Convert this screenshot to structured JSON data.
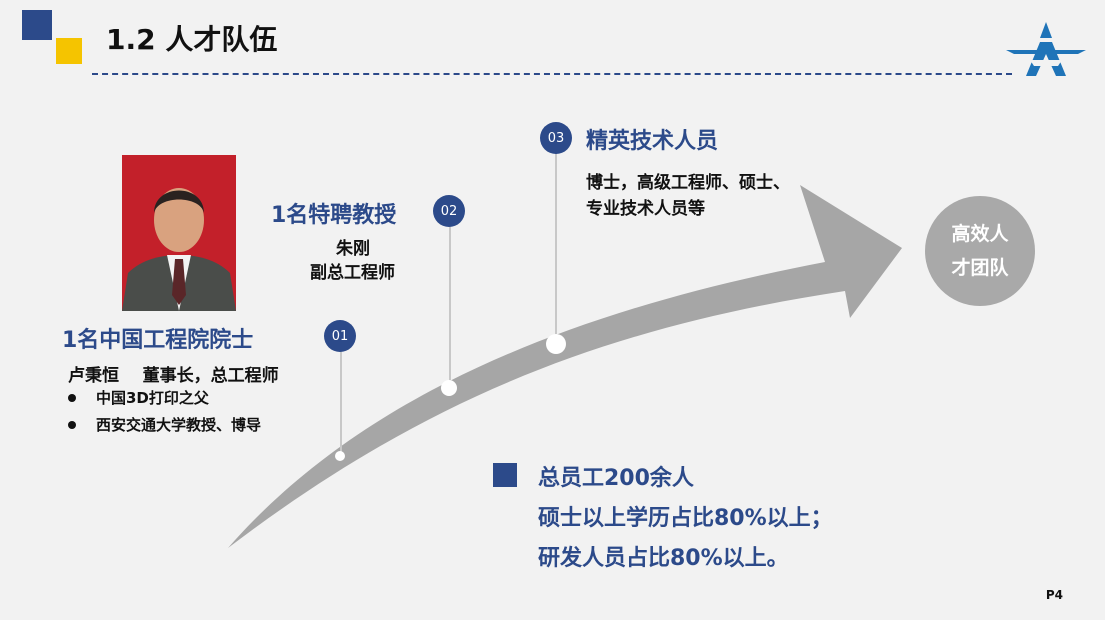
{
  "header": {
    "title": "1.2 人才队伍"
  },
  "item1": {
    "badge": "01",
    "heading": "1名中国工程院院士",
    "name_line": "卢秉恒    董事长，总工程师",
    "bullets": [
      "中国3D打印之父",
      "西安交通大学教授、博导"
    ]
  },
  "item2": {
    "badge": "02",
    "heading": "1名特聘教授",
    "name": "朱刚",
    "role": "副总工程师"
  },
  "item3": {
    "badge": "03",
    "heading": "精英技术人员",
    "line1": "博士，高级工程师、硕士、",
    "line2": "专业技术人员等"
  },
  "goal": {
    "line1": "高效人",
    "line2": "才团队"
  },
  "stats": {
    "line1": "总员工200余人",
    "line2": "硕士以上学历占比80%以上；",
    "line3": "研发人员占比80%以上。"
  },
  "page": {
    "number": "P4"
  },
  "colors": {
    "accent_blue": "#2c4a8a",
    "accent_yellow": "#f5c400",
    "arrow_gray": "#a6a6a6"
  }
}
